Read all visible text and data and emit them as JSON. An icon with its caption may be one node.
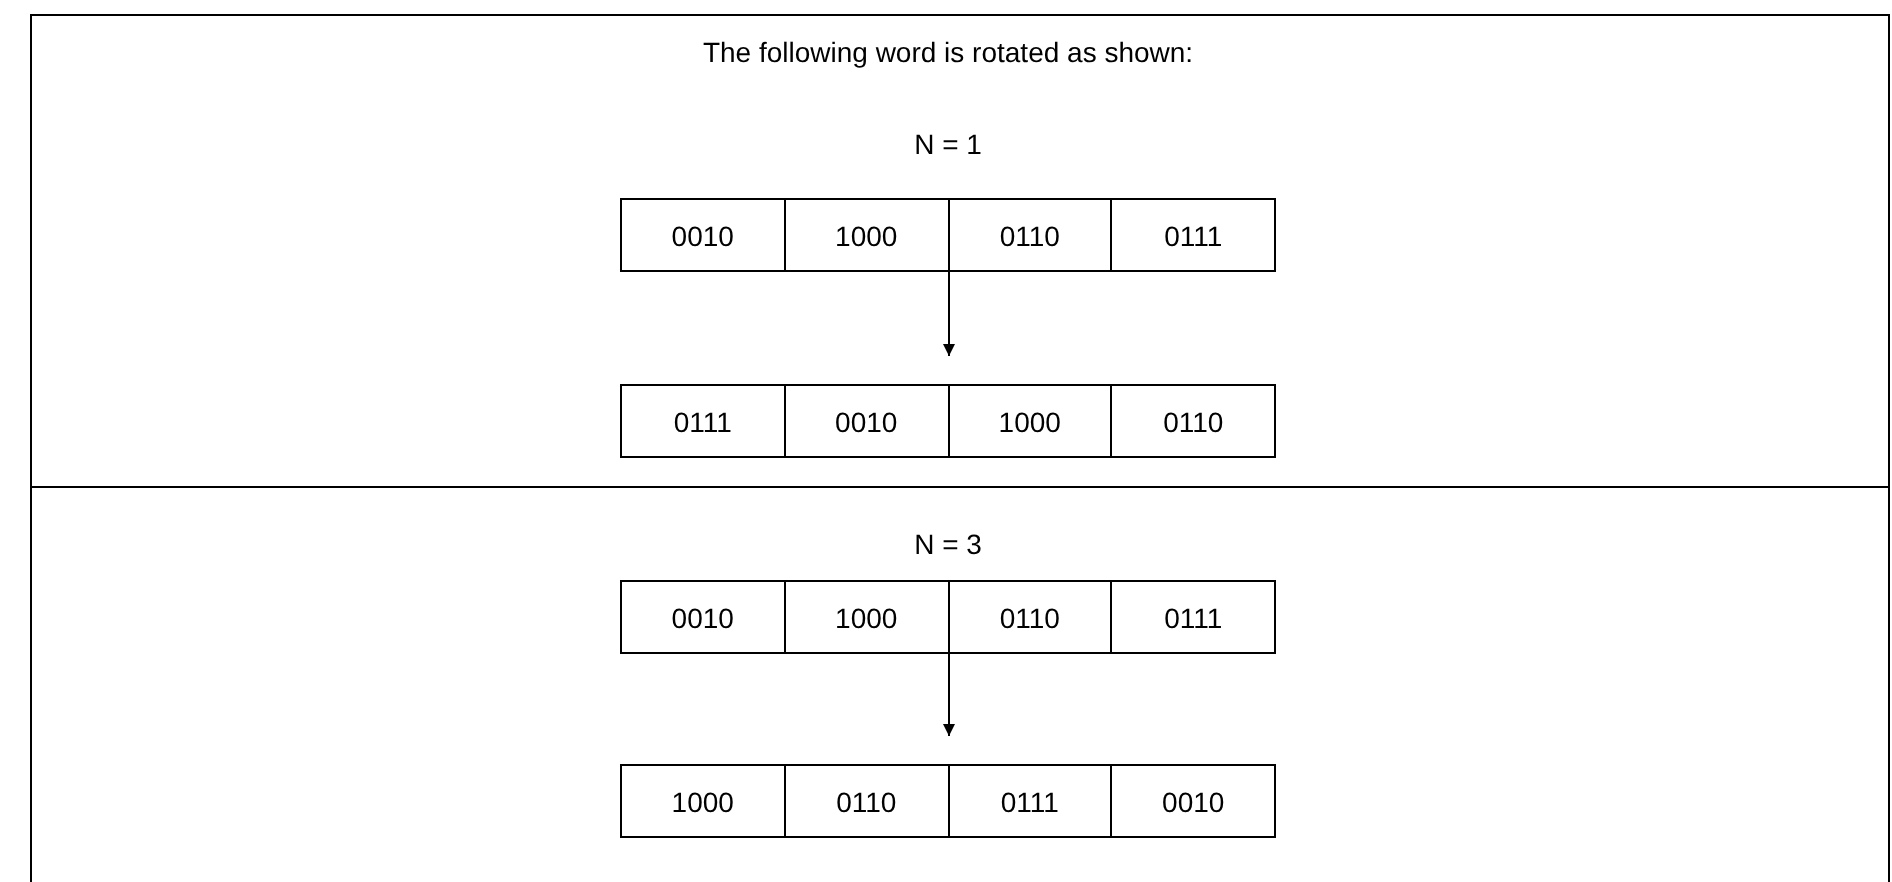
{
  "diagram": {
    "nodes": [
      {
        "text": [
          "0010",
          "1000",
          "0110",
          "0111"
        ]
      },
      {
        "text": [
          "0111",
          "0010",
          "1000",
          "0110"
        ]
      },
      {
        "text": [
          "0010",
          "1000",
          "0110",
          "0111"
        ]
      },
      {
        "text": [
          "1000",
          "0110",
          "0111",
          "0010"
        ]
      }
    ],
    "edges": [
      {
        "from": 0,
        "to": 1,
        "arrow": "to"
      },
      {
        "from": 2,
        "to": 3,
        "arrow": "to"
      }
    ],
    "labels": [
      "The following word is rotated as shown:",
      "N = 1",
      "N = 3"
    ]
  }
}
